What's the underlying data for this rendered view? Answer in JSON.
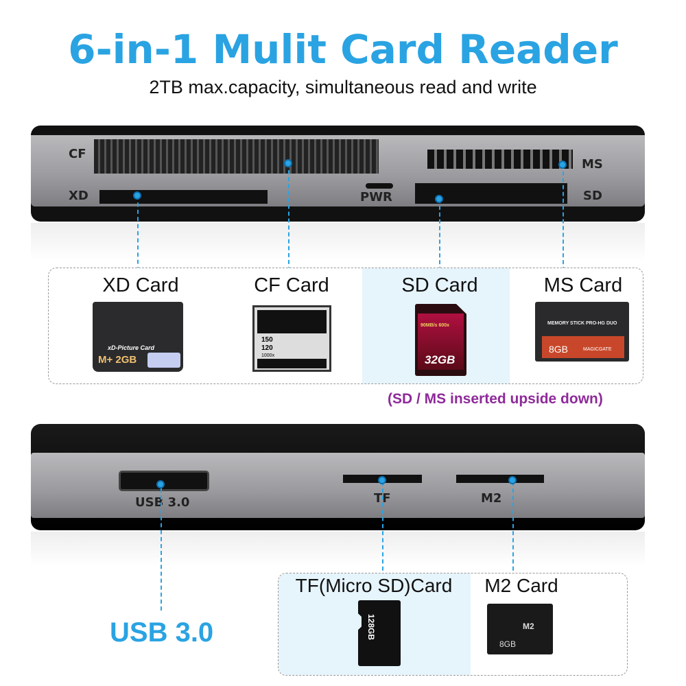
{
  "title": "6-in-1 Mulit Card Reader",
  "subtitle": "2TB max.capacity, simultaneous read and write",
  "top_device": {
    "slot_labels": {
      "cf": "CF",
      "xd": "XD",
      "pwr": "PWR",
      "ms": "MS",
      "sd": "SD"
    }
  },
  "cards": [
    {
      "label": "XD Card",
      "image_text": [
        "xD-Picture Card",
        "M+ 2GB"
      ]
    },
    {
      "label": "CF Card",
      "image_text": [
        "150",
        "120",
        "1000x"
      ]
    },
    {
      "label": "SD Card",
      "image_text": [
        "90MB/s 600x",
        "32GB"
      ]
    },
    {
      "label": "MS Card",
      "image_text": [
        "MEMORY STICK PRO-HG DUO",
        "8GB",
        "MAGICGATE"
      ]
    }
  ],
  "note": "(SD / MS inserted upside down)",
  "bottom_device": {
    "port_labels": {
      "usb": "USB 3.0",
      "tf": "TF",
      "m2": "M2"
    }
  },
  "bottom_cards": [
    {
      "label": "TF(Micro SD)Card",
      "image_text": [
        "128GB"
      ]
    },
    {
      "label": "M2 Card",
      "image_text": [
        "M2",
        "8GB"
      ]
    }
  ],
  "usb_callout": "USB 3.0",
  "colors": {
    "accent": "#2aa3e2",
    "note": "#8e2a9a",
    "highlight": "#e6f4fc"
  }
}
